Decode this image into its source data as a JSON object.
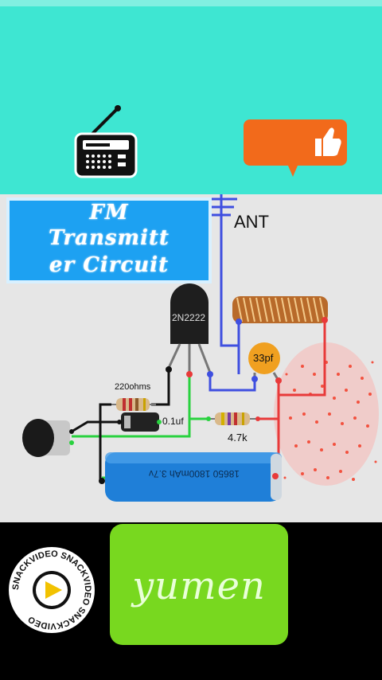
{
  "title": {
    "line1": "FM",
    "line2": "Transmitt",
    "line3": "er Circuit"
  },
  "labels": {
    "antenna": "ANT",
    "transistor": "2N2222",
    "capacitor_33": "33pf",
    "resistor_220": "220ohms",
    "capacitor_01": "0.1uf",
    "resistor_47": "4.7k",
    "battery": "18650 1800mAh 3.7v"
  },
  "bottom": {
    "brand_text": "yumen",
    "badge_text": "SNACKVIDEO SNACKVIDEO SNACKVIDEO"
  },
  "colors": {
    "top_bg": "#3ee6d2",
    "like_bg": "#f26a1b",
    "title_bg": "#1da1f2",
    "wire_blue": "#3f4fe0",
    "wire_red": "#e83a3a",
    "wire_green": "#29d23f",
    "brand_green": "#78d81f"
  },
  "icons": [
    "radio-icon",
    "thumbs-up-icon",
    "antenna-icon",
    "microphone-icon",
    "coil-icon",
    "battery-icon"
  ]
}
